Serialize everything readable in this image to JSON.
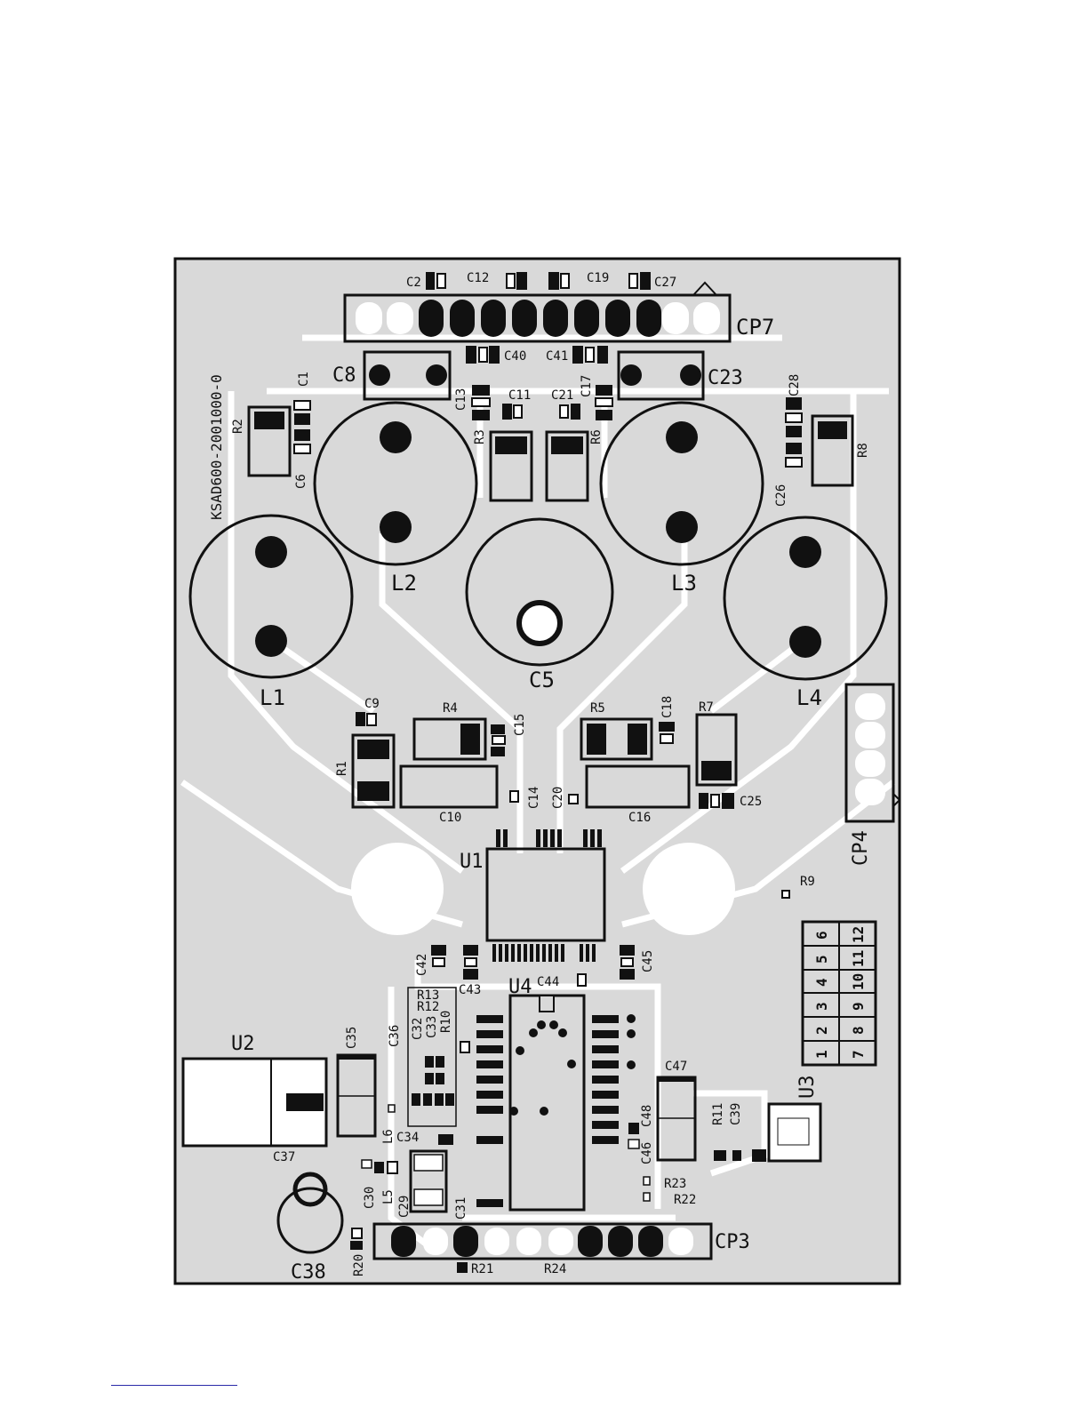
{
  "board": {
    "part_number": "KSAD600-2001000-0"
  },
  "connectors": {
    "cp7": "CP7",
    "cp4": "CP4",
    "cp3": "CP3"
  },
  "inductors": [
    "L1",
    "L2",
    "L3",
    "L4"
  ],
  "chips": {
    "u1": "U1",
    "u2": "U2",
    "u3": "U3",
    "u4": "U4"
  },
  "caps": {
    "C1": "C1",
    "C2": "C2",
    "C5": "C5",
    "C6": "C6",
    "C8": "C8",
    "C9": "C9",
    "C10": "C10",
    "C11": "C11",
    "C12": "C12",
    "C13": "C13",
    "C14": "C14",
    "C15": "C15",
    "C16": "C16",
    "C17": "C17",
    "C18": "C18",
    "C19": "C19",
    "C20": "C20",
    "C21": "C21",
    "C23": "C23",
    "C25": "C25",
    "C26": "C26",
    "C27": "C27",
    "C28": "C28",
    "C29": "C29",
    "C30": "C30",
    "C31": "C31",
    "C32": "C32",
    "C33": "C33",
    "C34": "C34",
    "C35": "C35",
    "C36": "C36",
    "C37": "C37",
    "C38": "C38",
    "C39": "C39",
    "C40": "C40",
    "C41": "C41",
    "C42": "C42",
    "C43": "C43",
    "C44": "C44",
    "C45": "C45",
    "C46": "C46",
    "C47": "C47",
    "C48": "C48"
  },
  "resistors": {
    "R1": "R1",
    "R2": "R2",
    "R3": "R3",
    "R4": "R4",
    "R5": "R5",
    "R6": "R6",
    "R7": "R7",
    "R8": "R8",
    "R9": "R9",
    "R10": "R10",
    "R11": "R11",
    "R12": "R12",
    "R13": "R13",
    "R20": "R20",
    "R21": "R21",
    "R22": "R22",
    "R23": "R23",
    "R24": "R24"
  },
  "other": {
    "L5": "L5",
    "L6": "L6"
  },
  "pin_header": {
    "left_column": [
      "6",
      "5",
      "4",
      "3",
      "2",
      "1"
    ],
    "right_column": [
      "12",
      "11",
      "10",
      "9",
      "8",
      "7"
    ]
  },
  "colors": {
    "board_fill": "#d9d9d9",
    "trace": "#ffffff",
    "ink": "#111111"
  }
}
